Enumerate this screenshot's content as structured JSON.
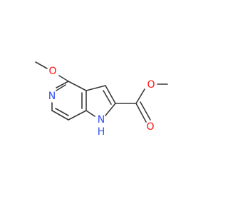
{
  "molecule": {
    "atoms": {
      "o_methoxy": "O",
      "n_pyridine": "N",
      "o_ester_single": "O",
      "o_carbonyl": "O",
      "nh": "N",
      "nh_h": "H"
    },
    "colors": {
      "bond": "#3a3a3a",
      "oxygen": "#ff0d0d",
      "nitrogen": "#3050f8",
      "background": "#ffffff"
    }
  }
}
